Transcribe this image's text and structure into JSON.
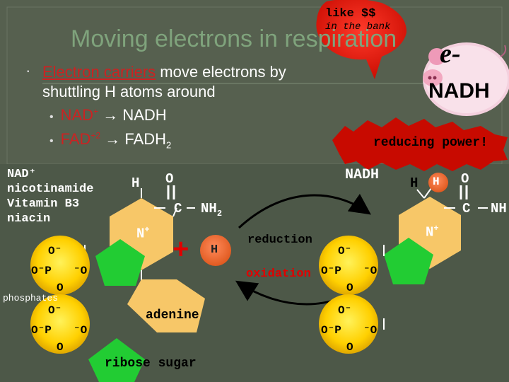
{
  "title": "Moving electrons in respiration",
  "bullet": {
    "highlight": "Electron carriers",
    "rest": " move electrons by",
    "line2": "shuttling H atoms around"
  },
  "sub1": {
    "left": "NAD",
    "left_sup": "+",
    "arrow": "→",
    "right": "NADH"
  },
  "sub2": {
    "left": "FAD",
    "left_sup": "+2",
    "arrow": "→",
    "right": "FADH",
    "right_sub": "2"
  },
  "callout": {
    "line1": "like $$",
    "line2": "in the bank"
  },
  "piggy": {
    "e_label": "e-",
    "nadh_label": "NADH"
  },
  "reducing_power": "reducing power!",
  "left_labels": [
    "NAD⁺",
    "nicotinamide",
    "Vitamin B3",
    "niacin"
  ],
  "phosphates_label": "phosphates",
  "adenine_label": "adenine",
  "ribose_label": "ribose sugar",
  "nadh_label": "NADH",
  "reduction_label": "reduction",
  "oxidation_label": "oxidation",
  "plus_sign": "+",
  "h_ball": "H",
  "nad_atoms": {
    "H": "H",
    "O": "O",
    "C": "C",
    "NH2": "NH",
    "NH2_sub": "2",
    "N": "N",
    "N_sup": "+"
  },
  "nadh_atoms": {
    "H1": "H",
    "H2": "H",
    "O": "O",
    "C": "C",
    "NH2": "NH",
    "N": "N",
    "N_sup": "+"
  },
  "phosphate": {
    "O_top": "O⁻",
    "OP": "O⁻P",
    "O_right": "⁻O",
    "O_bottom": "O"
  },
  "colors": {
    "background": "#4a5545",
    "title": "#7fa37c",
    "red": "#cc2222",
    "hexagon": "#f7c768",
    "pentagon": "#22cc33",
    "phosphate": "#ffd400"
  }
}
